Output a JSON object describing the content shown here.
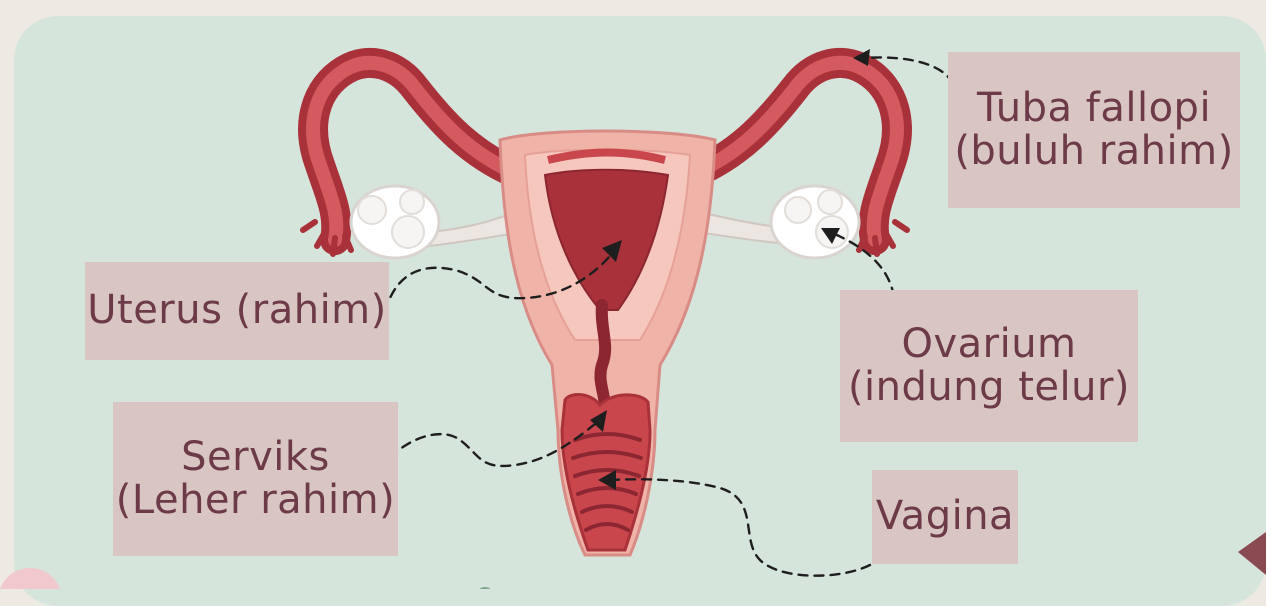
{
  "labels": {
    "tuba": {
      "line1": "Tuba fallopi",
      "line2": "(buluh rahim)"
    },
    "uterus": {
      "line1": "Uterus (rahim)"
    },
    "ovarium": {
      "line1": "Ovarium",
      "line2": "(indung telur)"
    },
    "serviks": {
      "line1": "Serviks",
      "line2": "(Leher rahim)"
    },
    "vagina": {
      "line1": "Vagina"
    }
  },
  "colors": {
    "background": "#ede9e3",
    "panel": "#d6e5dc",
    "label_box": "#d9c6c3",
    "label_text": "#6d3a47",
    "organ_dark": "#a8313a",
    "organ_mid": "#c9464d",
    "organ_light": "#f0b3a8"
  }
}
